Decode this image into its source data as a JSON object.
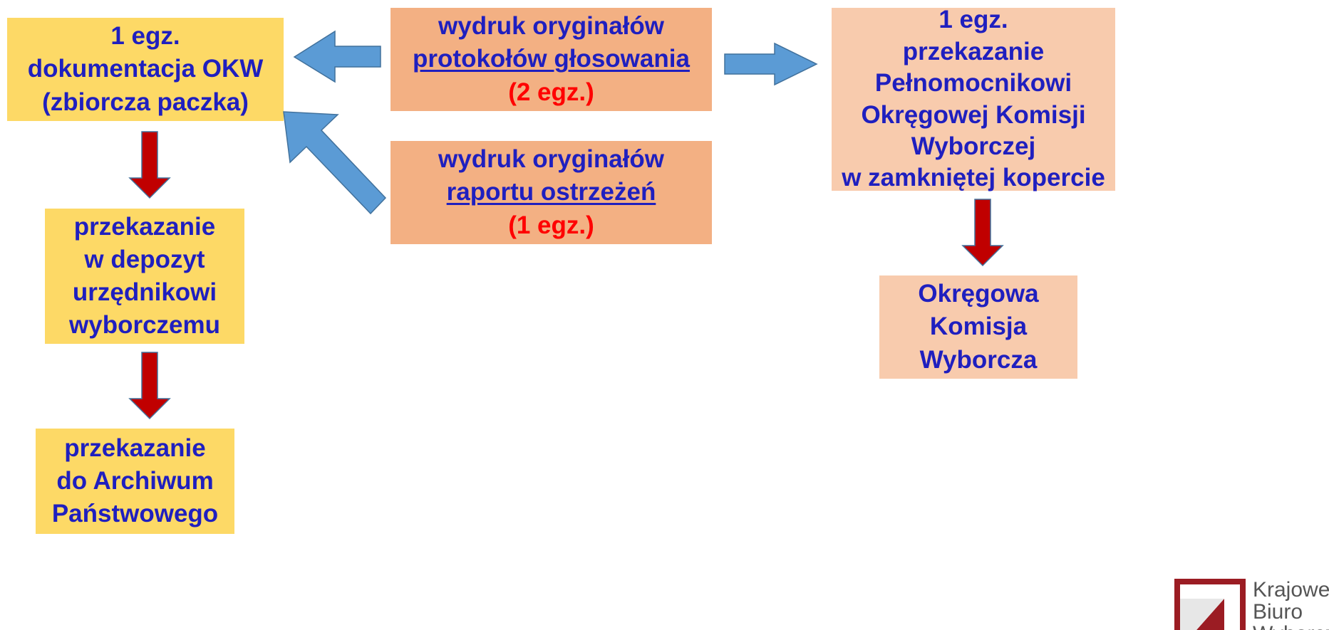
{
  "boxes": {
    "okw_docs": {
      "lines": [
        "1 egz.",
        "dokumentacja OKW",
        "(zbiorcza paczka)"
      ]
    },
    "deposit": {
      "lines": [
        "przekazanie",
        "w depozyt",
        "urzędnikowi",
        "wyborczemu"
      ]
    },
    "archive": {
      "lines": [
        "przekazanie",
        "do Archiwum",
        "Państwowego"
      ]
    },
    "print_protocols": {
      "line1": "wydruk oryginałów",
      "line2": "protokołów głosowania",
      "line3": "(2 egz.)"
    },
    "print_warnings": {
      "line1": "wydruk oryginałów",
      "line2": "raportu ostrzeżeń",
      "line3": "(1 egz.)"
    },
    "plenipotentiary": {
      "lines": [
        "1 egz.",
        "przekazanie",
        "Pełnomocnikowi",
        "Okręgowej Komisji",
        "Wyborczej",
        "w zamkniętej kopercie"
      ]
    },
    "district_commission": {
      "lines": [
        "Okręgowa",
        "Komisja",
        "Wyborcza"
      ]
    }
  },
  "logo": {
    "lines": [
      "Krajowe",
      "Biuro",
      "Wyborcze"
    ]
  },
  "colors": {
    "yellow_box": "#fdd966",
    "orange_box": "#f3b083",
    "peach_box": "#f8cbad",
    "text_blue": "#1f1fbf",
    "text_red": "#ff0000",
    "arrow_blue": "#5b9bd5",
    "arrow_red": "#c00000"
  }
}
